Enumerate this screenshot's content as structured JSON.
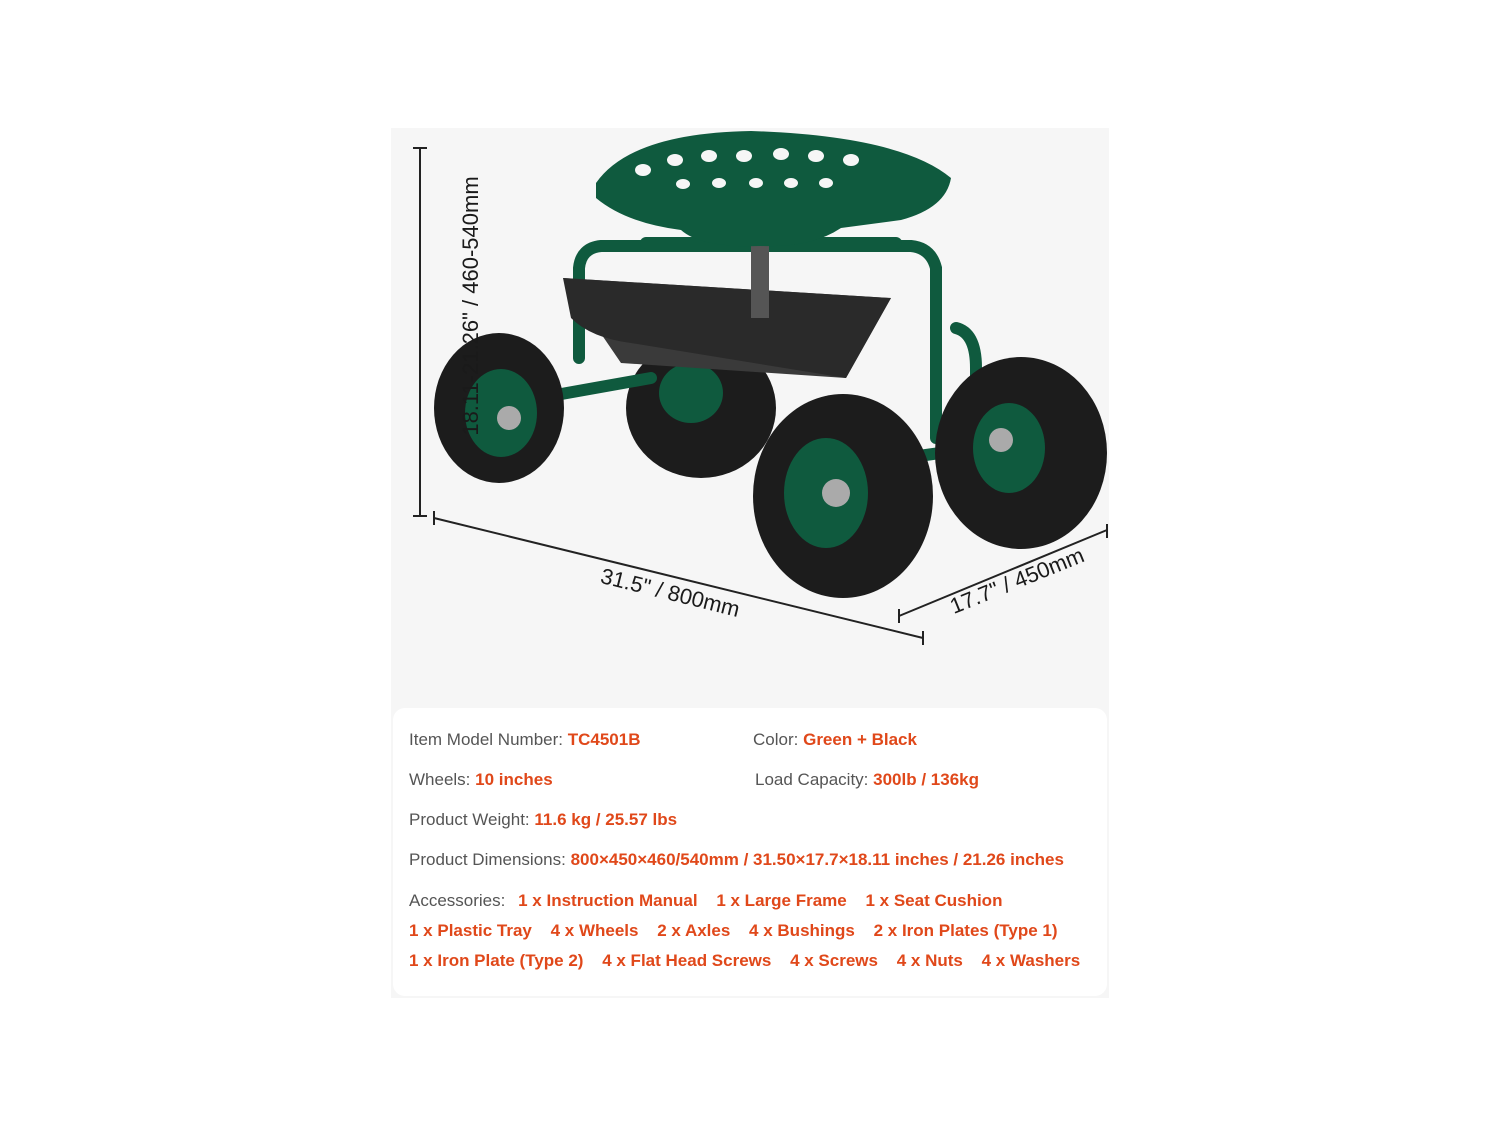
{
  "dimensions": {
    "height": "18.11-21.26\" / 460-540mm",
    "length": "31.5\" / 800mm",
    "depth": "17.7\" / 450mm"
  },
  "specs": {
    "model_label": "Item Model Number:",
    "model_value": "TC4501B",
    "color_label": "Color:",
    "color_value": "Green + Black",
    "wheels_label": "Wheels:",
    "wheels_value": "10 inches",
    "load_label": "Load Capacity:",
    "load_value": "300lb / 136kg",
    "weight_label": "Product Weight:",
    "weight_value": "11.6 kg / 25.57 lbs",
    "dims_label": "Product Dimensions:",
    "dims_value": "800×450×460/540mm / 31.50×17.7×18.11 inches / 21.26 inches",
    "accessories_label": "Accessories:",
    "accessories_line1": [
      "1 x Instruction Manual",
      "1 x Large Frame",
      "1 x Seat Cushion"
    ],
    "accessories_line2": [
      "1 x Plastic Tray",
      "4 x Wheels",
      "2 x Axles",
      "4 x Bushings",
      "2 x Iron Plates (Type 1)"
    ],
    "accessories_line3": [
      "1 x Iron Plate (Type 2)",
      "4 x Flat Head Screws",
      "4 x Screws",
      "4 x Nuts",
      "4 x Washers"
    ]
  },
  "colors": {
    "accent": "#e0481a",
    "frame_green": "#0f5a3e",
    "tire_black": "#1c1c1c"
  }
}
